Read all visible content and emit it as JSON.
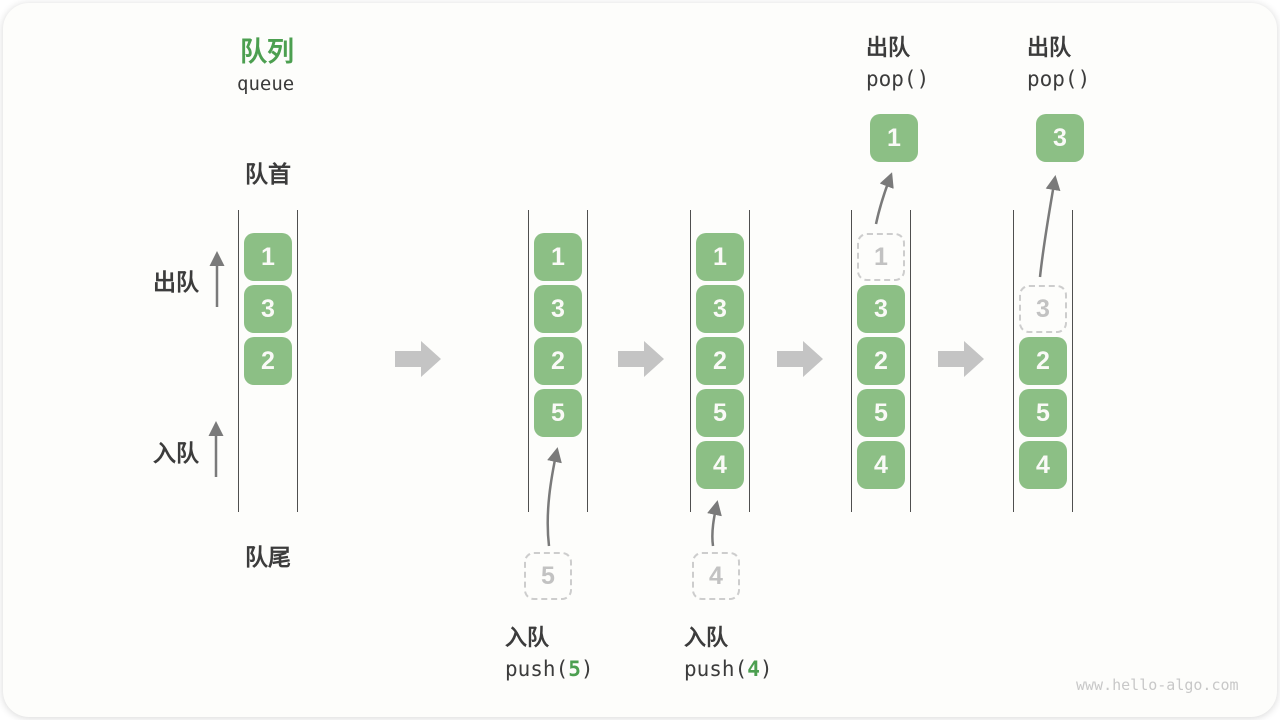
{
  "title": {
    "zh": "队列",
    "en": "queue"
  },
  "side_labels": {
    "front": "队首",
    "rear": "队尾",
    "dequeue": "出队",
    "enqueue": "入队"
  },
  "states": [
    {
      "cells": [
        "1",
        "3",
        "2"
      ]
    },
    {
      "cells": [
        "1",
        "3",
        "2",
        "5"
      ]
    },
    {
      "cells": [
        "1",
        "3",
        "2",
        "5",
        "4"
      ]
    },
    {
      "popped": "1",
      "dashed": "1",
      "cells": [
        "3",
        "2",
        "5",
        "4"
      ]
    },
    {
      "popped": "3",
      "dashed": "3",
      "cells": [
        "2",
        "5",
        "4"
      ]
    }
  ],
  "operations": {
    "push5": {
      "label": "入队",
      "fn": "push(",
      "arg": "5",
      "close": ")",
      "staged": "5"
    },
    "push4": {
      "label": "入队",
      "fn": "push(",
      "arg": "4",
      "close": ")",
      "staged": "4"
    },
    "pop1": {
      "label": "出队",
      "code": "pop()"
    },
    "pop2": {
      "label": "出队",
      "code": "pop()"
    }
  },
  "watermark": "www.hello-algo.com",
  "colors": {
    "cell_green": "#8cbf85",
    "accent_green": "#4c9f50",
    "block_arrow_gray": "#c4c4c4",
    "queue_line_gray": "#4f4f4f",
    "thin_arrow_gray": "#7a7a7a",
    "dashed_border": "#cdcdcd",
    "dashed_text": "#c2c2c2",
    "text_dark": "#3c3c3c",
    "watermark_gray": "#c8c8c8"
  }
}
